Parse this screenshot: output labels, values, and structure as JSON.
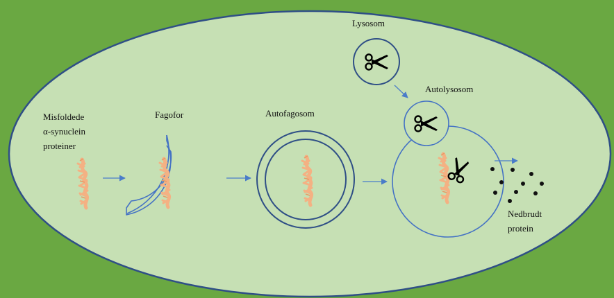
{
  "colors": {
    "background": "#6aa842",
    "cell_fill": "#c6e0b4",
    "cell_stroke": "#2f4f86",
    "membrane": "#4472c4",
    "arrow": "#4a7cc9",
    "protein": "#f4b183",
    "dot": "#111111"
  },
  "labels": {
    "misfolded_line1": "Misfoldede",
    "misfolded_line2": "α-synuclein",
    "misfolded_line3": "proteiner",
    "phagophore": "Fagofor",
    "autophagosome": "Autofagosom",
    "lysosome": "Lysosom",
    "autolysosome": "Autolysosom",
    "degraded_line1": "Nedbrudt",
    "degraded_line2": "protein"
  },
  "icons": [
    "scissors-icon",
    "protein-aggregate-icon",
    "arrow-icon"
  ]
}
